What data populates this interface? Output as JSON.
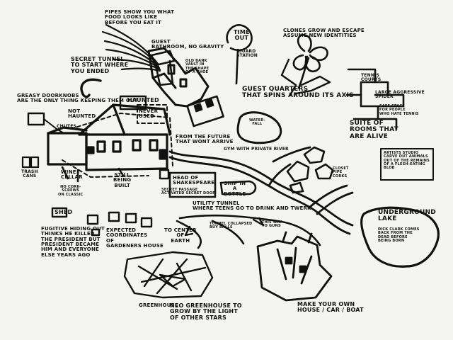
{
  "labels": {
    "pipes": "PIPES SHOW YOU WHAT\nFOOD LOOKS LIKE\nBEFORE YOU EAT IT",
    "guest_bathroom": "GUEST\nBATHROOM, NO GRAVITY",
    "old_bank_vault": "OLD BANK\nVAULT IN\nTHE SHAPE\nOF A SHOE",
    "time_out": "TIME\nOUT",
    "guard_station": "GUARD\nSTATION",
    "clones": "CLONES GROW AND ESCAPE\nASSUME NEW IDENTITIES",
    "secret_tunnel": "SECRET TUNNEL\nTO START WHERE\nYOU ENDED",
    "greasy_doorknobs": "GREASY DOORKNOBS\nARE THE ONLY THING KEEPING THEM OUT",
    "haunted": "HAUNTED",
    "not_haunted": "NOT\nHAUNTED",
    "never_used": "NEVER\nUSED",
    "guest_quarters": "GUEST QUARTERS\nTHAT SPINS AROUND ITS AXIS",
    "tennis_courts": "TENNIS\nCOURTS",
    "large_aggressive_spider": "LARGE AGGRESSIVE\nSPIDER",
    "safe_space": "SAFE SPACE\nFOR PEOPLE\nWHO HATE TENNIS",
    "suite_of_rooms": "SUITE OF\nROOMS THAT\nARE ALIVE",
    "waterfall": "WATER-\nFALL",
    "from_the_future": "FROM THE FUTURE\nTHAT WONT ARRIVE",
    "gym_river": "GYM WITH PRIVATE RIVER",
    "chutes": "CHUTES",
    "trash_cans": "TRASH\nCANS",
    "wine_cellar": "WINE\nCELLAR",
    "no_corkscrew": "NO CORK-\nSCREWS\nON CLASSIC",
    "still_being_built": "STILL\nBEING\nBUILT",
    "head_of_shakespeare": "HEAD OF\nSHAKESPEARE",
    "secret_passage": "SECRET PASSAGE\nACTIVATED SECRET DOOR",
    "ship_in_bottle": "SHIP IN\nA\nBOTTLE",
    "closet_pipe": "CLOSET\nPIPE\nCORKS",
    "artists_studio": "ARTISTS STUDIO\nCARVE OUT ANIMALS\nOUT OF THE REMAINS\nOF A FLESH-EATING\nBLOB",
    "utility_tunnel": "UTILITY TUNNEL\nWHERE TEENS GO TO DRINK AND TWERK",
    "shed": "SHED",
    "fugitive": "FUGITIVE HIDING OUT\nTHINKS HE KILLED\nTHE PRESIDENT BUT\nPRESIDENT BECAME\nHIM AND EVERYONE\nELSE YEARS AGO",
    "expected_coordinates": "EXPECTED\nCOORDINATES\nOF\nGARDENERS HOUSE",
    "to_center_of_earth": "TO CENTER\nOF\nEARTH",
    "tunnel_collapsed": "TUNNEL COLLAPSED\nBUY BALLS",
    "this_way_to_guns": "THIS WAY\nTO GUNS",
    "underground_lake": "UNDERGROUND\nLAKE",
    "dick_clark": "DICK CLARK COMES\nBACK FROM THE\nDEAD BEFORE\nBEING BORN",
    "greenhouse": "GREENHOUSE",
    "neo_greenhouse": "NEO GREENHOUSE TO\nGROW BY THE LIGHT\nOF OTHER STARS",
    "make_your_own": "MAKE YOUR OWN\nHOUSE / CAR / BOAT"
  },
  "colors": {
    "ink": "#111111",
    "paper": "#f4f4f2",
    "pale": "#ffffff"
  }
}
